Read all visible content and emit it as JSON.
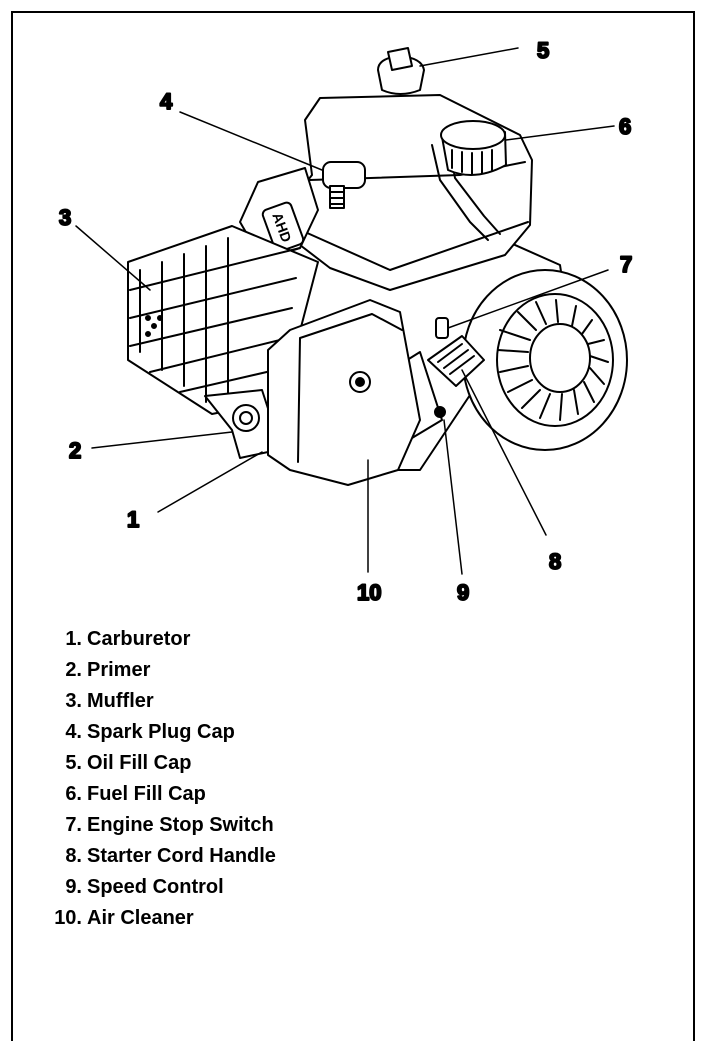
{
  "figure": {
    "callouts": [
      "1",
      "2",
      "3",
      "4",
      "5",
      "6",
      "7",
      "8",
      "9",
      "10"
    ],
    "engine_badge": "AHD"
  },
  "legend": [
    {
      "number": "1.",
      "label": "Carburetor"
    },
    {
      "number": "2.",
      "label": "Primer"
    },
    {
      "number": "3.",
      "label": "Muffler"
    },
    {
      "number": "4.",
      "label": "Spark Plug Cap"
    },
    {
      "number": "5.",
      "label": "Oil Fill Cap"
    },
    {
      "number": "6.",
      "label": "Fuel Fill Cap"
    },
    {
      "number": "7.",
      "label": "Engine Stop Switch"
    },
    {
      "number": "8.",
      "label": "Starter Cord Handle"
    },
    {
      "number": "9.",
      "label": "Speed Control"
    },
    {
      "number": "10.",
      "label": "Air Cleaner"
    }
  ]
}
